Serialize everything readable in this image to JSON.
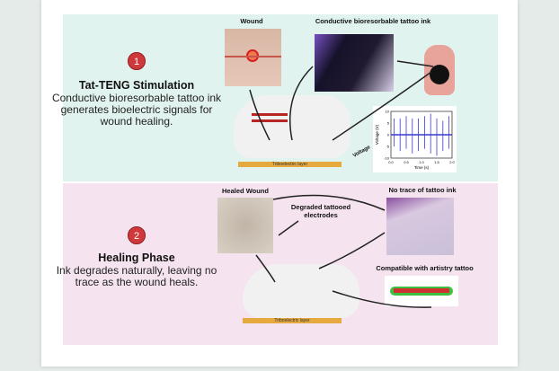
{
  "panel1": {
    "number": "1",
    "title": "Tat-TENG Stimulation",
    "description": "Conductive bioresorbable tattoo ink generates bioelectric signals for wound healing.",
    "wound_label": "Wound",
    "ink_label": "Conductive bioresorbable tattoo ink",
    "layer_label": "Triboelectric layer",
    "voltage_label": "Voltage"
  },
  "panel2": {
    "number": "2",
    "title": "Healing Phase",
    "description": "Ink degrades naturally, leaving no trace as the wound heals.",
    "healed_label": "Healed Wound",
    "degraded_label": "Degraded tattooed electrodes",
    "no_trace_label": "No trace of tattoo ink",
    "artistry_label": "Compatible with artistry tattoo",
    "layer_label": "Triboelectric layer"
  },
  "chart_data": {
    "type": "line",
    "title": "",
    "xlabel": "Time (s)",
    "ylabel": "Voltage (V)",
    "xlim": [
      0,
      2
    ],
    "ylim": [
      -10,
      10
    ],
    "xticks": [
      "0.0",
      "0.5",
      "1.0",
      "1.5",
      "2.0"
    ],
    "yticks": [
      "10",
      "5",
      "0",
      "-5",
      "-10"
    ],
    "series": [
      {
        "name": "voltage",
        "color": "#3a3ad0",
        "spike_times": [
          0.1,
          0.3,
          0.5,
          0.7,
          0.9,
          1.1,
          1.3,
          1.5,
          1.7,
          1.9
        ],
        "spike_peaks": [
          7,
          7,
          8,
          7,
          7,
          8,
          9,
          7,
          6,
          8
        ],
        "spike_troughs": [
          -5,
          -7,
          -6,
          -8,
          -7,
          -6,
          -8,
          -9,
          -7,
          -6
        ]
      }
    ]
  }
}
